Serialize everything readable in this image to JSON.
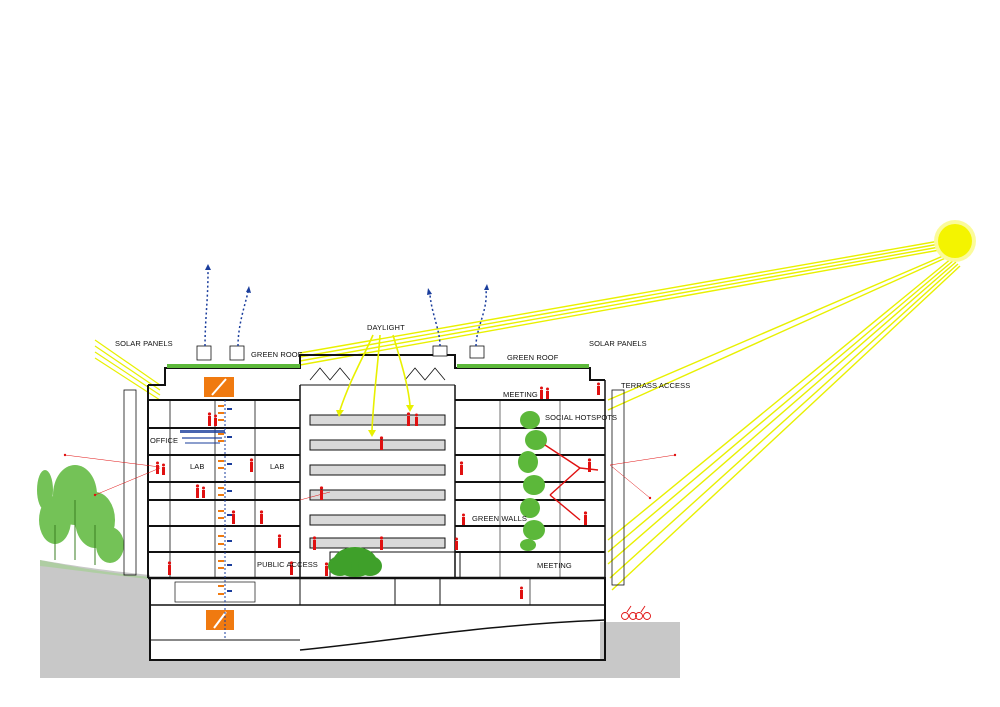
{
  "labels": {
    "solar_panels_left": "SOLAR PANELS",
    "green_roof_left": "GREEN ROOF",
    "daylight": "DAYLIGHT",
    "green_roof_right": "GREEN ROOF",
    "solar_panels_right": "SOLAR PANELS",
    "terrass_access": "TERRASS ACCESS",
    "meeting_top": "MEETING",
    "social_hotspots": "SOCIAL HOTSPOTS",
    "office": "OFFICE",
    "lab_left": "LAB",
    "lab_right": "LAB",
    "green_walls": "GREEN WALLS",
    "public_access": "PUBLIC ACCESS",
    "meeting_bottom": "MEETING"
  },
  "colors": {
    "sun": "#f4f400",
    "sun_halo": "#fbfb9a",
    "sun_rays": "#e8f000",
    "people": "#e01010",
    "ventilation": "#1a3d9c",
    "greenery": "#5cb83a",
    "ground": "#c8c8c8",
    "orange_panel": "#f07a10",
    "structure": "#111111"
  },
  "icons": [
    "sun-icon",
    "tree-icon",
    "person-icon",
    "cyclist-icon",
    "ventilation-arrow-icon"
  ]
}
